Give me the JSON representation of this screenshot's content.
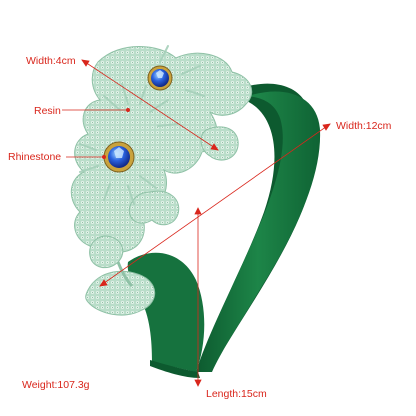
{
  "labels": {
    "width_small": "Width:4cm",
    "resin": "Resin",
    "rhinestone": "Rhinestone",
    "width_large": "Width:12cm",
    "weight": "Weight:107.3g",
    "length": "Length:15cm"
  },
  "colors": {
    "annotation": "#d9261c",
    "band_dark": "#0f6334",
    "band_mid": "#187a41",
    "band_light": "#2a9455",
    "beads": "#b9ddc9",
    "bead_dots": "#e7f4ec",
    "bead_shadow": "#8fc1a6",
    "rhinestone": "#1c46c9",
    "rhinestone_rim": "#c9a23c",
    "background": "#ffffff"
  }
}
